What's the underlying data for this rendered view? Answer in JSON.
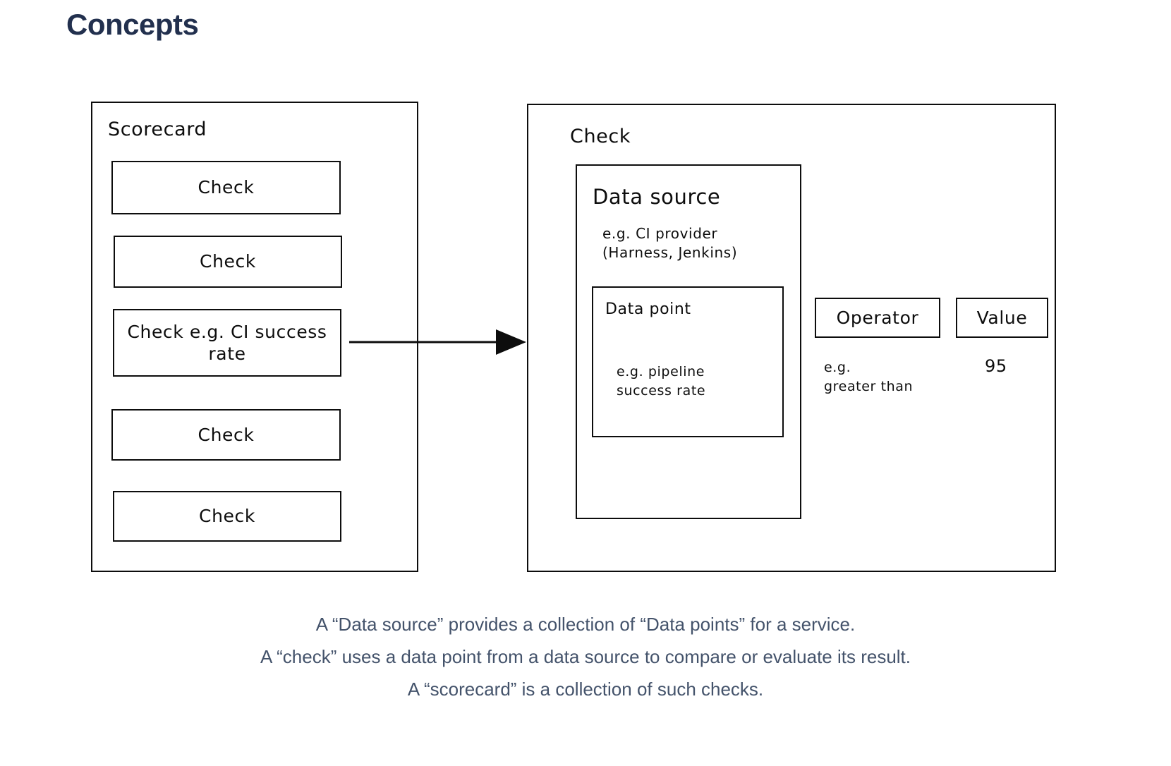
{
  "page": {
    "title": "Concepts",
    "title_color": "#22304e",
    "background_color": "#ffffff",
    "stroke_color": "#0d0d0d",
    "caption_color": "#44536b"
  },
  "scorecard": {
    "label": "Scorecard",
    "checks": [
      {
        "label": "Check"
      },
      {
        "label": "Check"
      },
      {
        "label": "Check e.g. CI\nsuccess rate"
      },
      {
        "label": "Check"
      },
      {
        "label": "Check"
      }
    ]
  },
  "arrow": {
    "name": "arrow-right"
  },
  "check_panel": {
    "label": "Check",
    "data_source": {
      "label": "Data source",
      "example": "e.g. CI provider\n(Harness, Jenkins)",
      "data_point": {
        "label": "Data point",
        "example": "e.g. pipeline\nsuccess rate"
      }
    },
    "operator": {
      "label": "Operator",
      "example": "e.g.\ngreater than"
    },
    "value": {
      "label": "Value",
      "example": "95"
    }
  },
  "caption": {
    "line_1": "A “Data source” provides a collection of “Data points” for a service.",
    "line_2": "A “check” uses a data point from a data source to compare or evaluate its result.",
    "line_3": "A “scorecard” is a collection of such checks."
  }
}
